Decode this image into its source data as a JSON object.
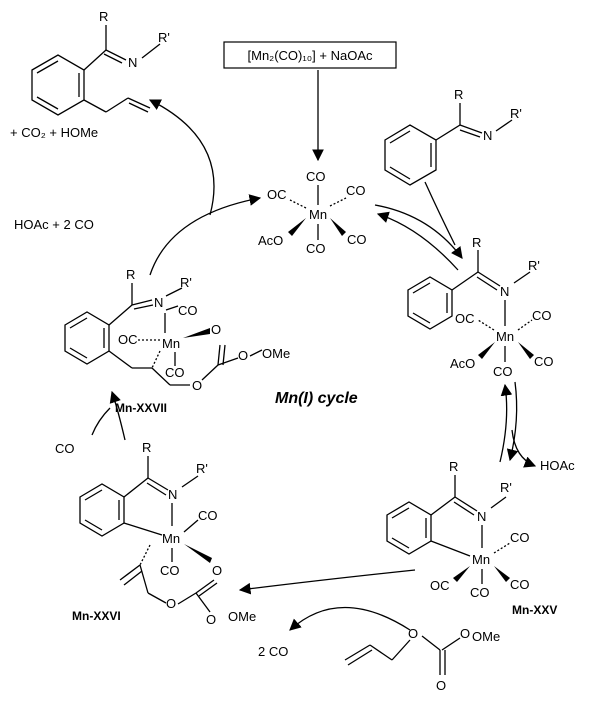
{
  "title": "Mn(I) cycle",
  "reagent_box": "[Mn₂(CO)₁₀] + NaOAc",
  "product": {
    "group_R": "R",
    "group_Rp": "R'",
    "atom_N": "N",
    "byproducts": "+ CO₂ + HOMe"
  },
  "labels": {
    "hoac_2co": "HOAc + 2 CO",
    "hoac": "HOAc",
    "co": "CO",
    "two_co": "2 CO"
  },
  "atoms": {
    "mn": "Mn",
    "co": "CO",
    "oc": "OC",
    "aco": "AcO",
    "o": "O",
    "ome": "OMe",
    "n": "N",
    "r": "R",
    "rp": "R'"
  },
  "complexes": {
    "xxv": "Mn-XXV",
    "xxvi": "Mn-XXVI",
    "xxvii": "Mn-XXVII"
  }
}
